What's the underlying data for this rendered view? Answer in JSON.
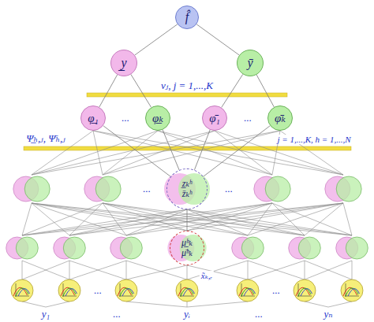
{
  "diagram": {
    "nodes": [
      {
        "text": [
          "f̂"
        ]
      },
      {
        "text": [
          "y̲"
        ]
      },
      {
        "text": [
          "ȳ"
        ]
      },
      {
        "text": [
          "φ̲₁"
        ]
      },
      {
        "text": [
          "φ̲ₖ"
        ]
      },
      {
        "text": [
          "φ̄₁"
        ]
      },
      {
        "text": [
          "φ̄ₖ"
        ]
      },
      {
        "text": [
          "z̲ₖʰ",
          "z̄ₖʰ"
        ]
      },
      {
        "text": [
          "μ̲ʰₖ",
          "μ̄ʰₖ"
        ]
      }
    ],
    "edges": [
      {
        "from": 0,
        "to": 1,
        "arrow": "none"
      },
      {
        "from": 0,
        "to": 2,
        "arrow": "none"
      },
      {
        "from": 1,
        "to": 3,
        "arrow": "none"
      },
      {
        "from": 1,
        "to": 4,
        "arrow": "none"
      },
      {
        "from": 2,
        "to": 5,
        "arrow": "none"
      },
      {
        "from": 2,
        "to": 6,
        "arrow": "none"
      },
      {
        "from": 3,
        "to": 7,
        "arrow": "none"
      },
      {
        "from": 4,
        "to": 7,
        "arrow": "none"
      },
      {
        "from": 5,
        "to": 7,
        "arrow": "none"
      },
      {
        "from": 6,
        "to": 7,
        "arrow": "none"
      },
      {
        "from": 7,
        "to": 8,
        "arrow": "none"
      }
    ],
    "labels": [
      "νⱼ, j = 1,...,K",
      "Ψ̲ₕ,ⱼ, Ψ̄ₕ,ⱼ",
      "j = 1,...,K, h = 1,...,N",
      "...",
      "...",
      "...",
      "...",
      "...",
      "...",
      "x̃ₖ,ᵣ",
      "y₁",
      "yᵢ",
      "yₙ",
      "...",
      "..."
    ]
  }
}
